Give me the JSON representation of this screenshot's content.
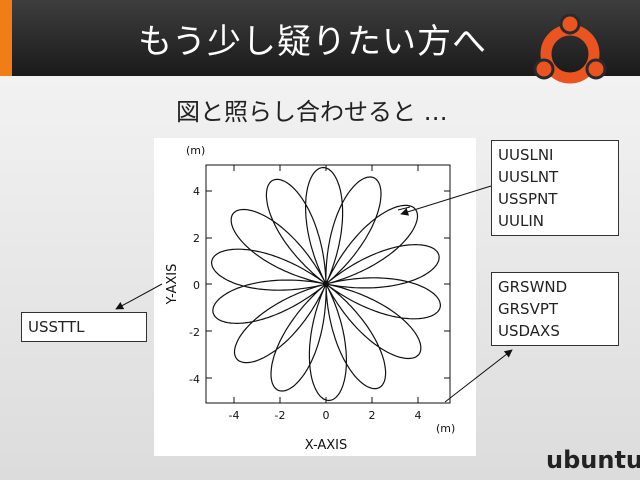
{
  "slide": {
    "title": "もう少し疑りたい方へ",
    "subtitle": "図と照らし合わせると …",
    "brand": "ubuntu"
  },
  "colors": {
    "accent": "#f07d16",
    "header_dark": "#2a2a2a",
    "logo_orange": "#e95420"
  },
  "figure": {
    "x_axis_label": "X-AXIS",
    "y_axis_label": "Y-AXIS",
    "x_unit": "(m)",
    "y_unit": "(m)",
    "x_ticks": [
      "-4",
      "-2",
      "0",
      "2",
      "4"
    ],
    "y_ticks": [
      "4",
      "2",
      "0",
      "-2",
      "-4"
    ]
  },
  "callouts": {
    "top_right": [
      "UUSLNI",
      "UUSLNT",
      "USSPNT",
      "UULIN"
    ],
    "bottom_right": [
      "GRSWND",
      "GRSVPT",
      "USDAXS"
    ],
    "left": [
      "USSTTL"
    ]
  }
}
